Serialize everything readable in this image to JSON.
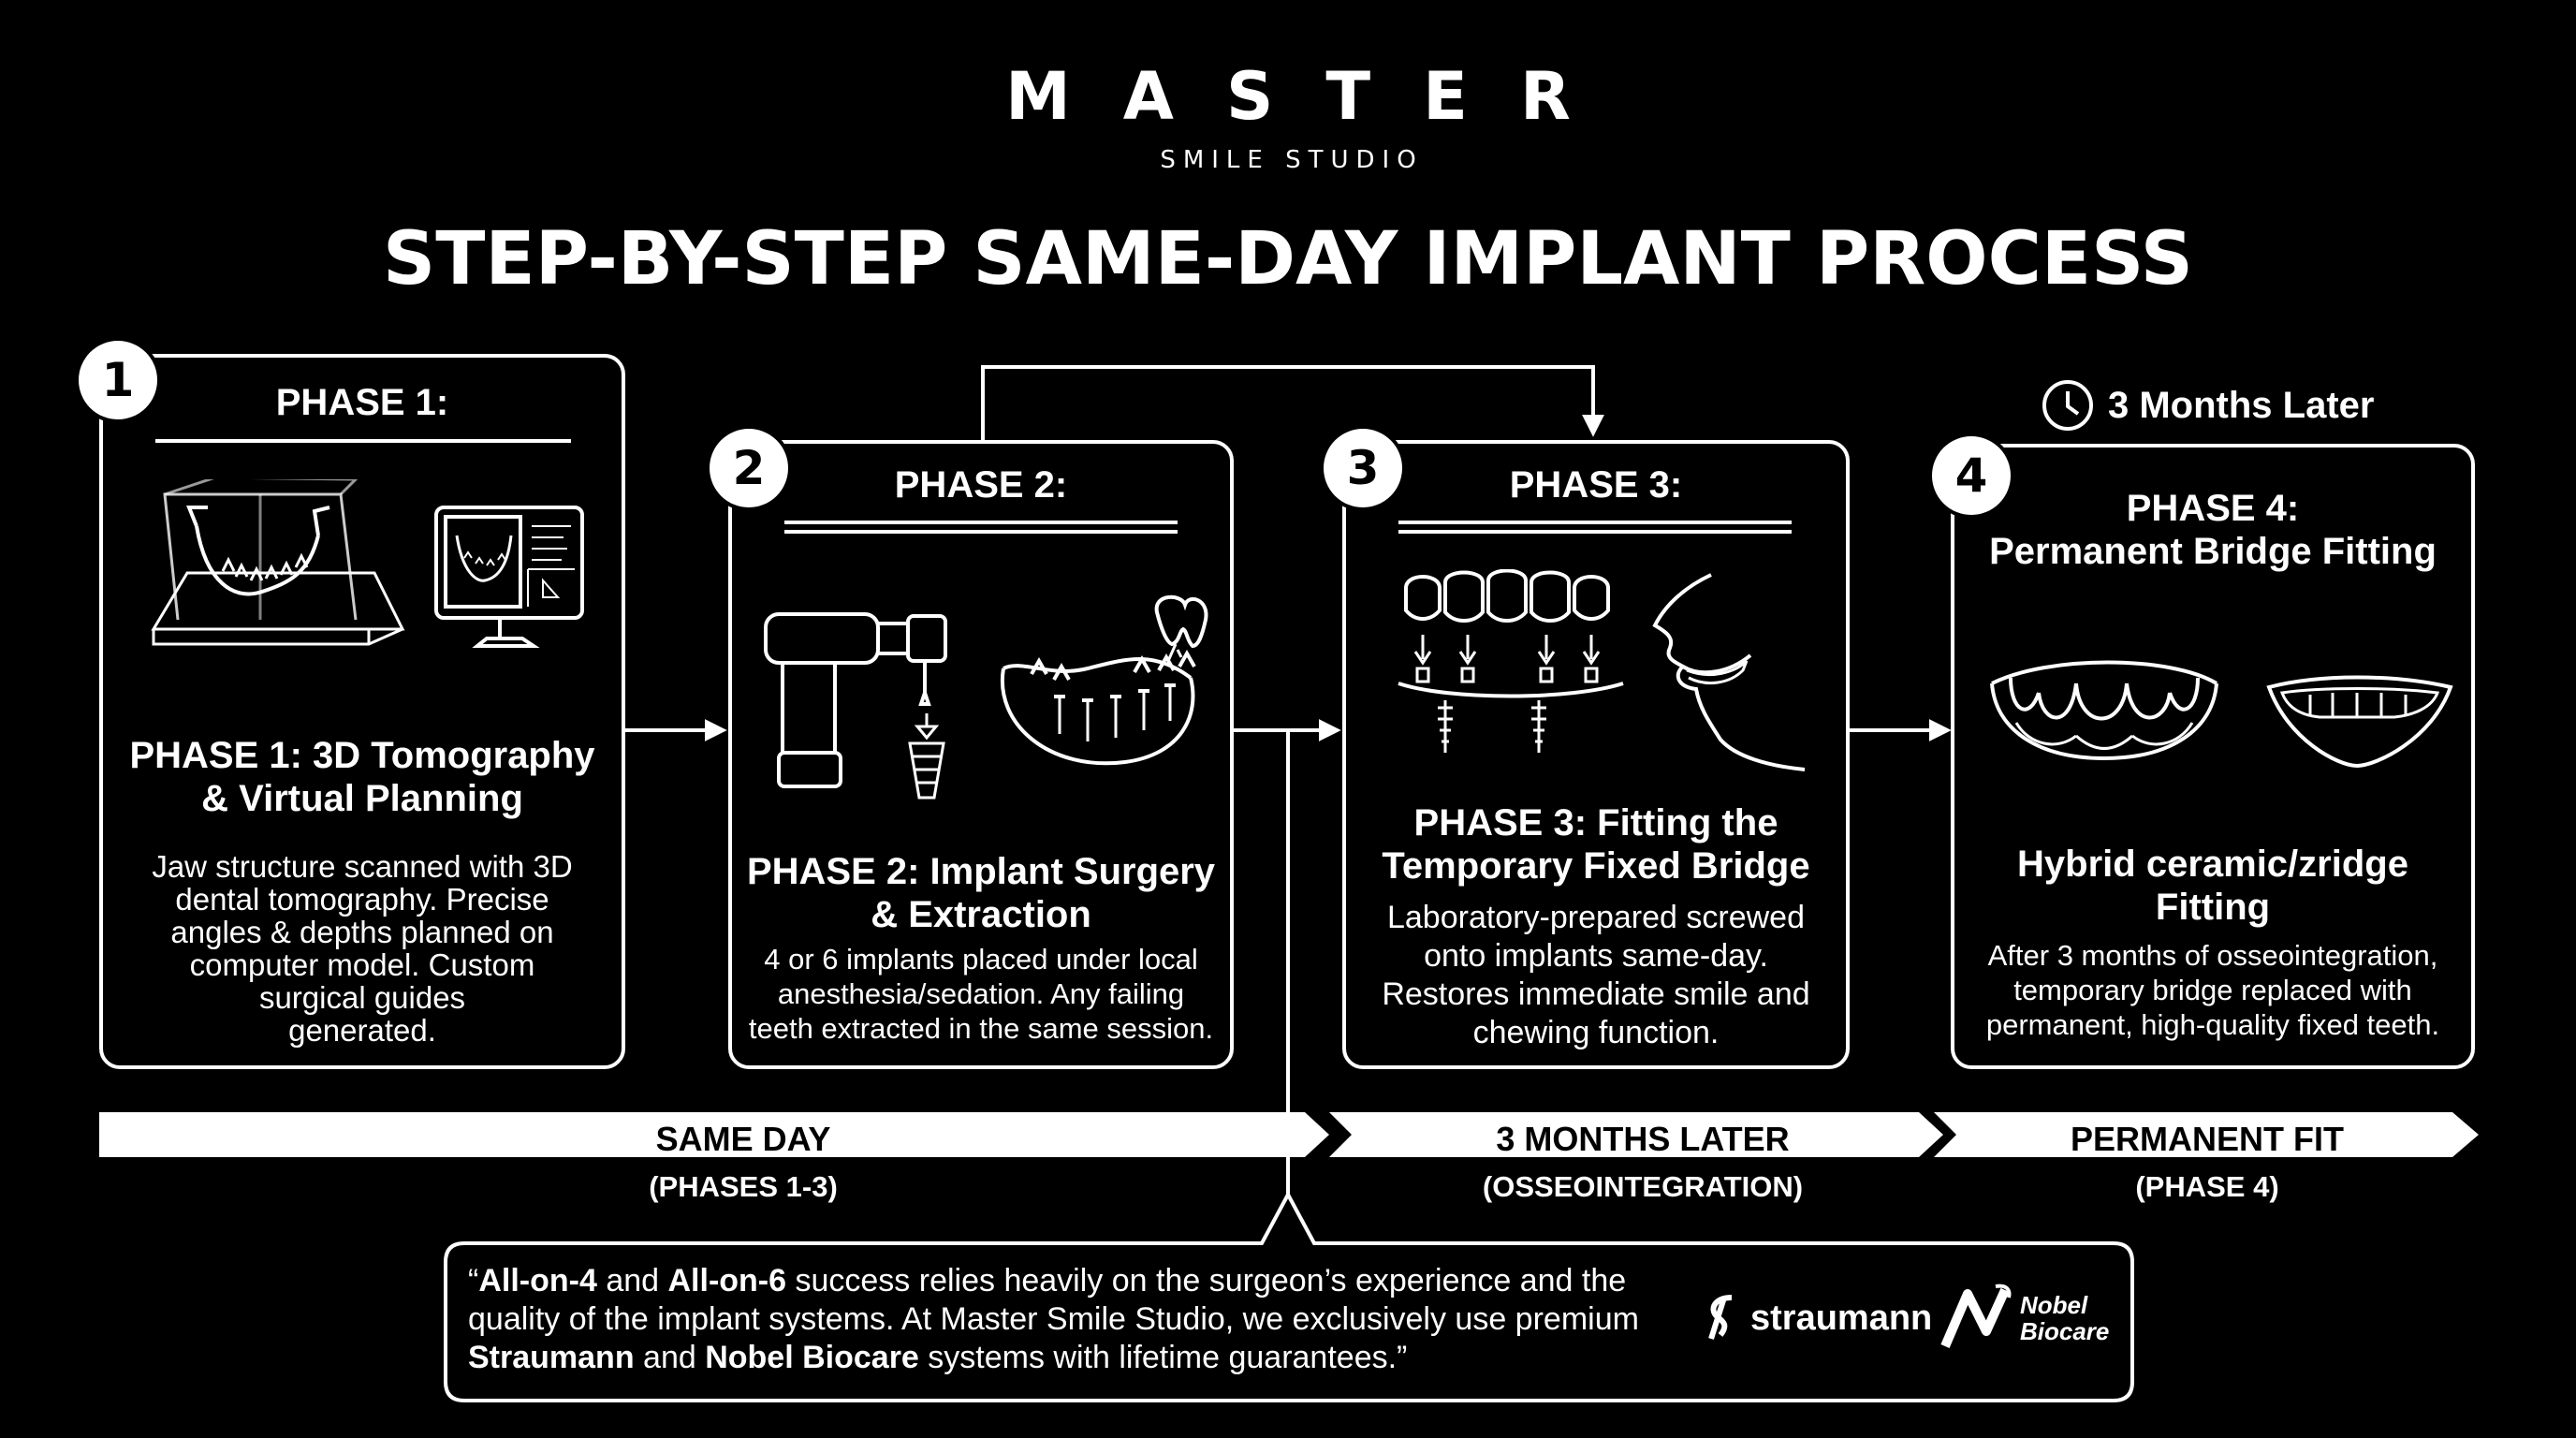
{
  "brand": {
    "name": "MASTER",
    "tagline": "SMILE STUDIO"
  },
  "title": "STEP-BY-STEP SAME-DAY IMPLANT PROCESS",
  "later_note": "3 Months Later",
  "phases": [
    {
      "number": "1",
      "label": "PHASE 1:",
      "title_lines": [
        "PHASE 1: 3D Tomography",
        "& Virtual Planning"
      ],
      "desc_lines": [
        "Jaw structure scanned with 3D",
        "dental tomography. Precise",
        "angles & depths planned on",
        "computer model. Custom",
        "surgical guides",
        "generated."
      ],
      "icons": [
        "jaw-scan-icon",
        "monitor-icon"
      ]
    },
    {
      "number": "2",
      "label": "PHASE 2:",
      "title_lines": [
        "PHASE 2: Implant Surgery",
        "& Extraction"
      ],
      "desc_lines": [
        "4 or 6 implants placed under local",
        "anesthesia/sedation. Any failing",
        "teeth extracted in the same session."
      ],
      "icons": [
        "drill-icon",
        "jaw-implant-icon"
      ]
    },
    {
      "number": "3",
      "label": "PHASE 3:",
      "title_lines": [
        "PHASE 3: Fitting the",
        "Temporary Fixed Bridge"
      ],
      "desc_lines": [
        "Laboratory-prepared screwed",
        "onto implants same-day.",
        "Restores immediate smile and",
        "chewing function."
      ],
      "icons": [
        "bridge-icon",
        "face-profile-icon"
      ]
    },
    {
      "number": "4",
      "label_lines": [
        "PHASE 4:",
        "Permanent Bridge Fitting"
      ],
      "title_lines": [
        "Hybrid ceramic/zridge",
        "Fitting"
      ],
      "desc_lines": [
        "After 3 months of osseointegration,",
        "temporary bridge replaced with",
        "permanent, high-quality fixed teeth."
      ],
      "icons": [
        "denture-icon",
        "smile-icon"
      ]
    }
  ],
  "timeline": [
    {
      "label": "SAME DAY",
      "sub": "(PHASES 1-3)"
    },
    {
      "label": "3 MONTHS LATER",
      "sub": "(OSSEOINTEGRATION)"
    },
    {
      "label": "PERMANENT FIT",
      "sub": "(PHASE 4)"
    }
  ],
  "quote": {
    "parts": [
      {
        "t": "“",
        "b": false
      },
      {
        "t": "All-on-4",
        "b": true
      },
      {
        "t": " and ",
        "b": false
      },
      {
        "t": "All-on-6",
        "b": true
      },
      {
        "t": " success relies heavily on the surgeon’s experience and the quality of the implant systems. At Master Smile Studio, we exclusively use premium ",
        "b": false
      },
      {
        "t": "Straumann",
        "b": true
      },
      {
        "t": " and ",
        "b": false
      },
      {
        "t": "Nobel Biocare",
        "b": true
      },
      {
        "t": " systems with lifetime guarantees.”",
        "b": false
      }
    ]
  },
  "partners": {
    "straumann": "straumann",
    "nobel_line1": "Nobel",
    "nobel_line2": "Biocare"
  }
}
